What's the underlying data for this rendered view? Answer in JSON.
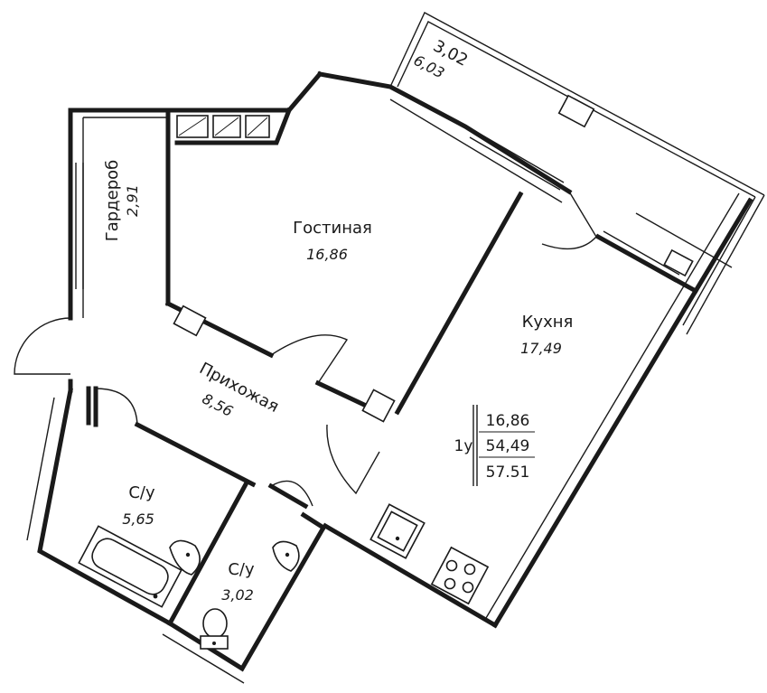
{
  "rooms": {
    "wardrobe": {
      "name": "Гардероб",
      "area": "2,91"
    },
    "living": {
      "name": "Гостиная",
      "area": "16,86"
    },
    "balcony": {
      "name": "3,02",
      "area": "6,03"
    },
    "kitchen": {
      "name": "Кухня",
      "area": "17,49"
    },
    "hallway": {
      "name": "Прихожая",
      "area": "8,56"
    },
    "bathroom1": {
      "name": "С/у",
      "area": "5,65"
    },
    "bathroom2": {
      "name": "С/у",
      "area": "3,02"
    }
  },
  "summary": {
    "rooms_count": "1у",
    "living_area": "16,86",
    "total_area": "54,49",
    "total_with_balcony": "57.51"
  }
}
